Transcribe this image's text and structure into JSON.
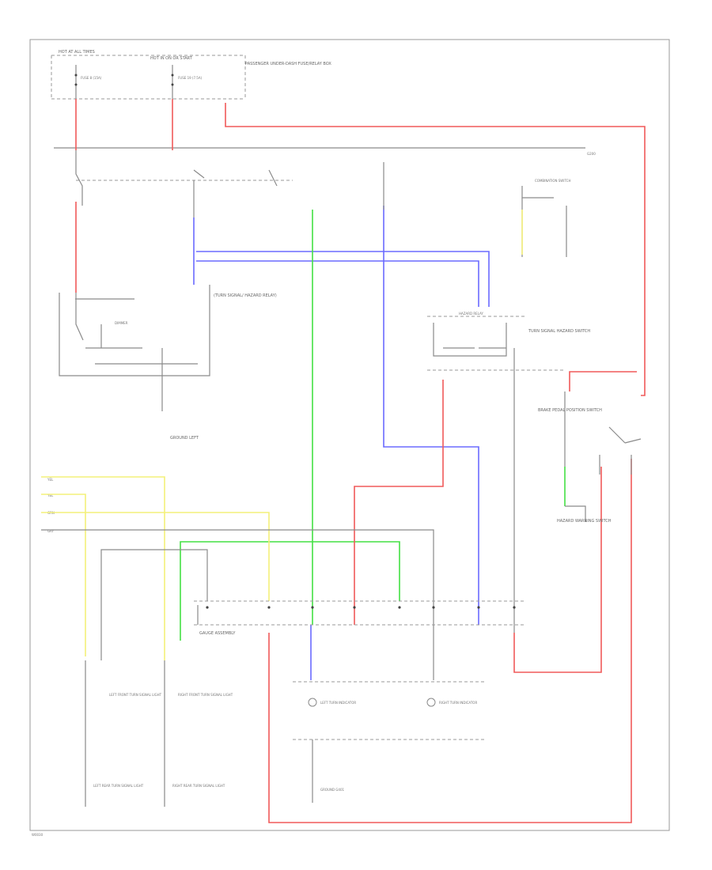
{
  "diagram": {
    "footer_code": "W0030",
    "colors": {
      "red": "#f05a5a",
      "blue": "#6b6bff",
      "green": "#44e044",
      "yellow": "#f4f07a",
      "gray": "#8a8a8a"
    },
    "labels": {
      "hot_at_all_times": "HOT AT ALL TIMES",
      "hot_in_on": "HOT IN ON OR START",
      "underdash_box": "PASSENGER UNDER-DASH FUSE/RELAY BOX",
      "fuse_a": "FUSE 8 (15A)",
      "fuse_b": "FUSE 19 (7.5A)",
      "ground_bus": "G200",
      "dimmer": "DIMMER",
      "relay_box": "HAZARD RELAY",
      "hazard_note": "(TURN SIGNAL/ HAZARD RELAY)",
      "ground_left": "GROUND LEFT",
      "combo_switch": "TURN SIGNAL HAZARD SWITCH",
      "turn_signal_switch": "COMBINATION SWITCH",
      "lamp_left": "LEFT TURN INDICATOR",
      "lamp_right": "RIGHT TURN INDICATOR",
      "gauge_assembly": "GAUGE ASSEMBLY",
      "left_front": "LEFT FRONT TURN SIGNAL LIGHT",
      "right_front": "RIGHT FRONT TURN SIGNAL LIGHT",
      "left_rear": "LEFT REAR TURN SIGNAL LIGHT",
      "right_rear": "RIGHT REAR TURN SIGNAL LIGHT",
      "ground_bottom": "GROUND G401",
      "hazard_switch": "HAZARD WARNING SWITCH",
      "brake_note": "BRAKE PEDAL POSITION SWITCH",
      "wire_yel1": "YEL",
      "wire_yel2": "YEL",
      "wire_grn": "GRN",
      "wire_gry": "GRY"
    }
  }
}
